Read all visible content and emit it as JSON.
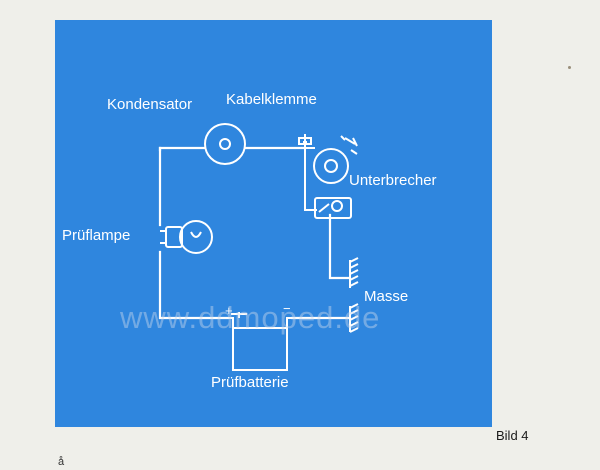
{
  "diagram": {
    "labels": {
      "kondensator": "Kondensator",
      "kabelklemme": "Kabelklemme",
      "unterbrecher": "Unterbrecher",
      "prueflampe": "Prüflampe",
      "masse": "Masse",
      "pruefbatterie": "Prüfbatterie",
      "plus": "+",
      "minus": "−"
    },
    "watermark": "www.ddmoped.de",
    "caption": "Bild 4",
    "page_mark": "å"
  },
  "colors": {
    "panel": "#2f86de",
    "line": "#ffffff",
    "paper": "#efefea"
  }
}
